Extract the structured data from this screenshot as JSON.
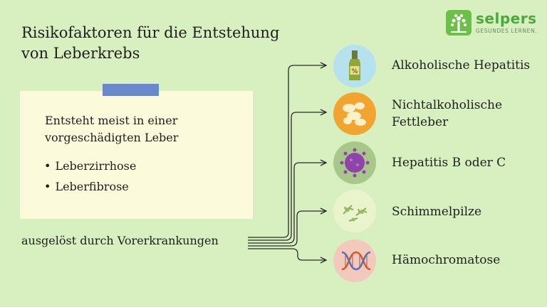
{
  "title_line1": "Risikofaktoren für die Entstehung",
  "title_line2": "von Leberkrebs",
  "logo": {
    "name": "selpers",
    "tagline": "GESUNDES LERNEN."
  },
  "note": {
    "line1": "Entsteht meist in einer",
    "line2": "vorgeschädigten Leber",
    "items": [
      "Leberzirrhose",
      "Leberfibrose"
    ]
  },
  "trigger": "ausgelöst durch Vorerkrankungen",
  "factors": [
    {
      "line1": "Alkoholische Hepatitis",
      "icon": "alcohol-bottle-icon",
      "color": "#b6e2ee"
    },
    {
      "line1": "Nichtalkoholische",
      "line2": "Fettleber",
      "icon": "fat-cells-icon",
      "color": "#f1a530"
    },
    {
      "line1": "Hepatitis B oder C",
      "icon": "virus-icon",
      "color": "#a8c88a"
    },
    {
      "line1": "Schimmelpilze",
      "icon": "mold-icon",
      "color": "#eaf4cc"
    },
    {
      "line1": "Hämochromatose",
      "icon": "dna-icon",
      "color": "#f3c9bd"
    }
  ],
  "colors": {
    "background": "#d8f0c0",
    "note": "#fbfbdc",
    "note_tab": "#6a88cc",
    "brand": "#4aa83c"
  }
}
